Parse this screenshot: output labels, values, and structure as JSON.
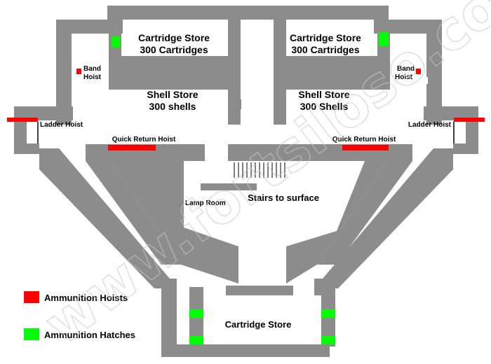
{
  "colors": {
    "wall": "#8c8c8c",
    "hoist": "#ff0000",
    "hatch": "#00ff00",
    "text": "#000000",
    "background": "#ffffff"
  },
  "labels": {
    "cartridge_store_left": "Cartridge Store",
    "cartridge_count_left": "300 Cartridges",
    "cartridge_store_right": "Cartridge Store",
    "cartridge_count_right": "300 Cartridges",
    "shell_store_left": "Shell Store",
    "shell_count_left": "300 shells",
    "shell_store_right": "Shell Store",
    "shell_count_right": "300 Shells",
    "band_hoist_left_1": "Band",
    "band_hoist_left_2": "Hoist",
    "band_hoist_right_1": "Band",
    "band_hoist_right_2": "Hoist",
    "ladder_hoist_left": "Ladder Hoist",
    "ladder_hoist_right": "Ladder Hoist",
    "quick_return_left": "Quick Return Hoist",
    "quick_return_right": "Quick Return Hoist",
    "lamp_room": "Lamp Room",
    "stairs": "Stairs to surface",
    "cartridge_store_bottom": "Cartridge Store"
  },
  "legend": {
    "hoists": "Ammunition Hoists",
    "hatches": "Ammunition Hatches"
  },
  "watermark": "www.fortsiloso.com"
}
